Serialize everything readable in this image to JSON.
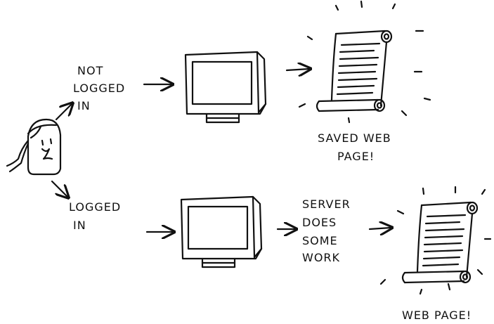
{
  "labels": {
    "not_logged_in": [
      "NOT",
      "LOGGED",
      "IN"
    ],
    "logged_in": [
      "LOGGED",
      "IN"
    ],
    "server_work": [
      "SERVER",
      "DOES",
      "SOME",
      "WORK"
    ],
    "saved_web_page": [
      "SAVED WEB",
      "PAGE!"
    ],
    "web_page": "WEB PAGE!"
  },
  "icons": {
    "user": "user-face-icon",
    "computer": "computer-monitor-icon",
    "page": "scroll-page-icon",
    "arrow": "arrow-icon"
  },
  "colors": {
    "ink": "#111111",
    "background": "#ffffff"
  }
}
